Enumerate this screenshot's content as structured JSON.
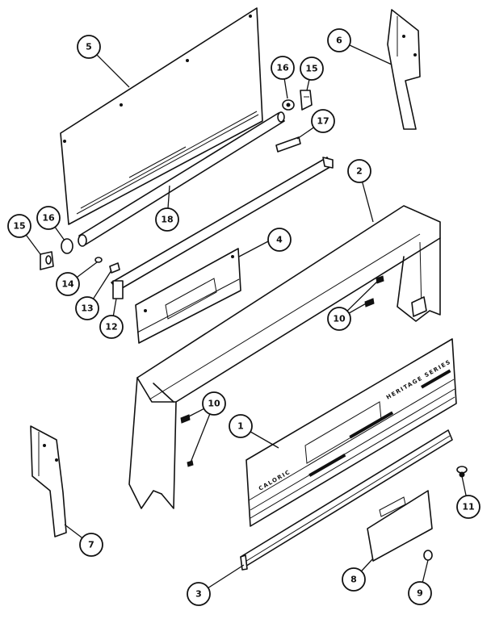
{
  "panel_text": {
    "brand": "CALORIC",
    "model": "HERITAGE SERIES"
  },
  "callouts": [
    {
      "id": "c1",
      "label": "1"
    },
    {
      "id": "c2",
      "label": "2"
    },
    {
      "id": "c3",
      "label": "3"
    },
    {
      "id": "c4",
      "label": "4"
    },
    {
      "id": "c5",
      "label": "5"
    },
    {
      "id": "c6",
      "label": "6"
    },
    {
      "id": "c7",
      "label": "7"
    },
    {
      "id": "c8",
      "label": "8"
    },
    {
      "id": "c9",
      "label": "9"
    },
    {
      "id": "c10a",
      "label": "10"
    },
    {
      "id": "c10b",
      "label": "10"
    },
    {
      "id": "c11",
      "label": "11"
    },
    {
      "id": "c12",
      "label": "12"
    },
    {
      "id": "c13",
      "label": "13"
    },
    {
      "id": "c14",
      "label": "14"
    },
    {
      "id": "c15a",
      "label": "15"
    },
    {
      "id": "c15b",
      "label": "15"
    },
    {
      "id": "c16a",
      "label": "16"
    },
    {
      "id": "c16b",
      "label": "16"
    },
    {
      "id": "c17",
      "label": "17"
    },
    {
      "id": "c18",
      "label": "18"
    }
  ]
}
